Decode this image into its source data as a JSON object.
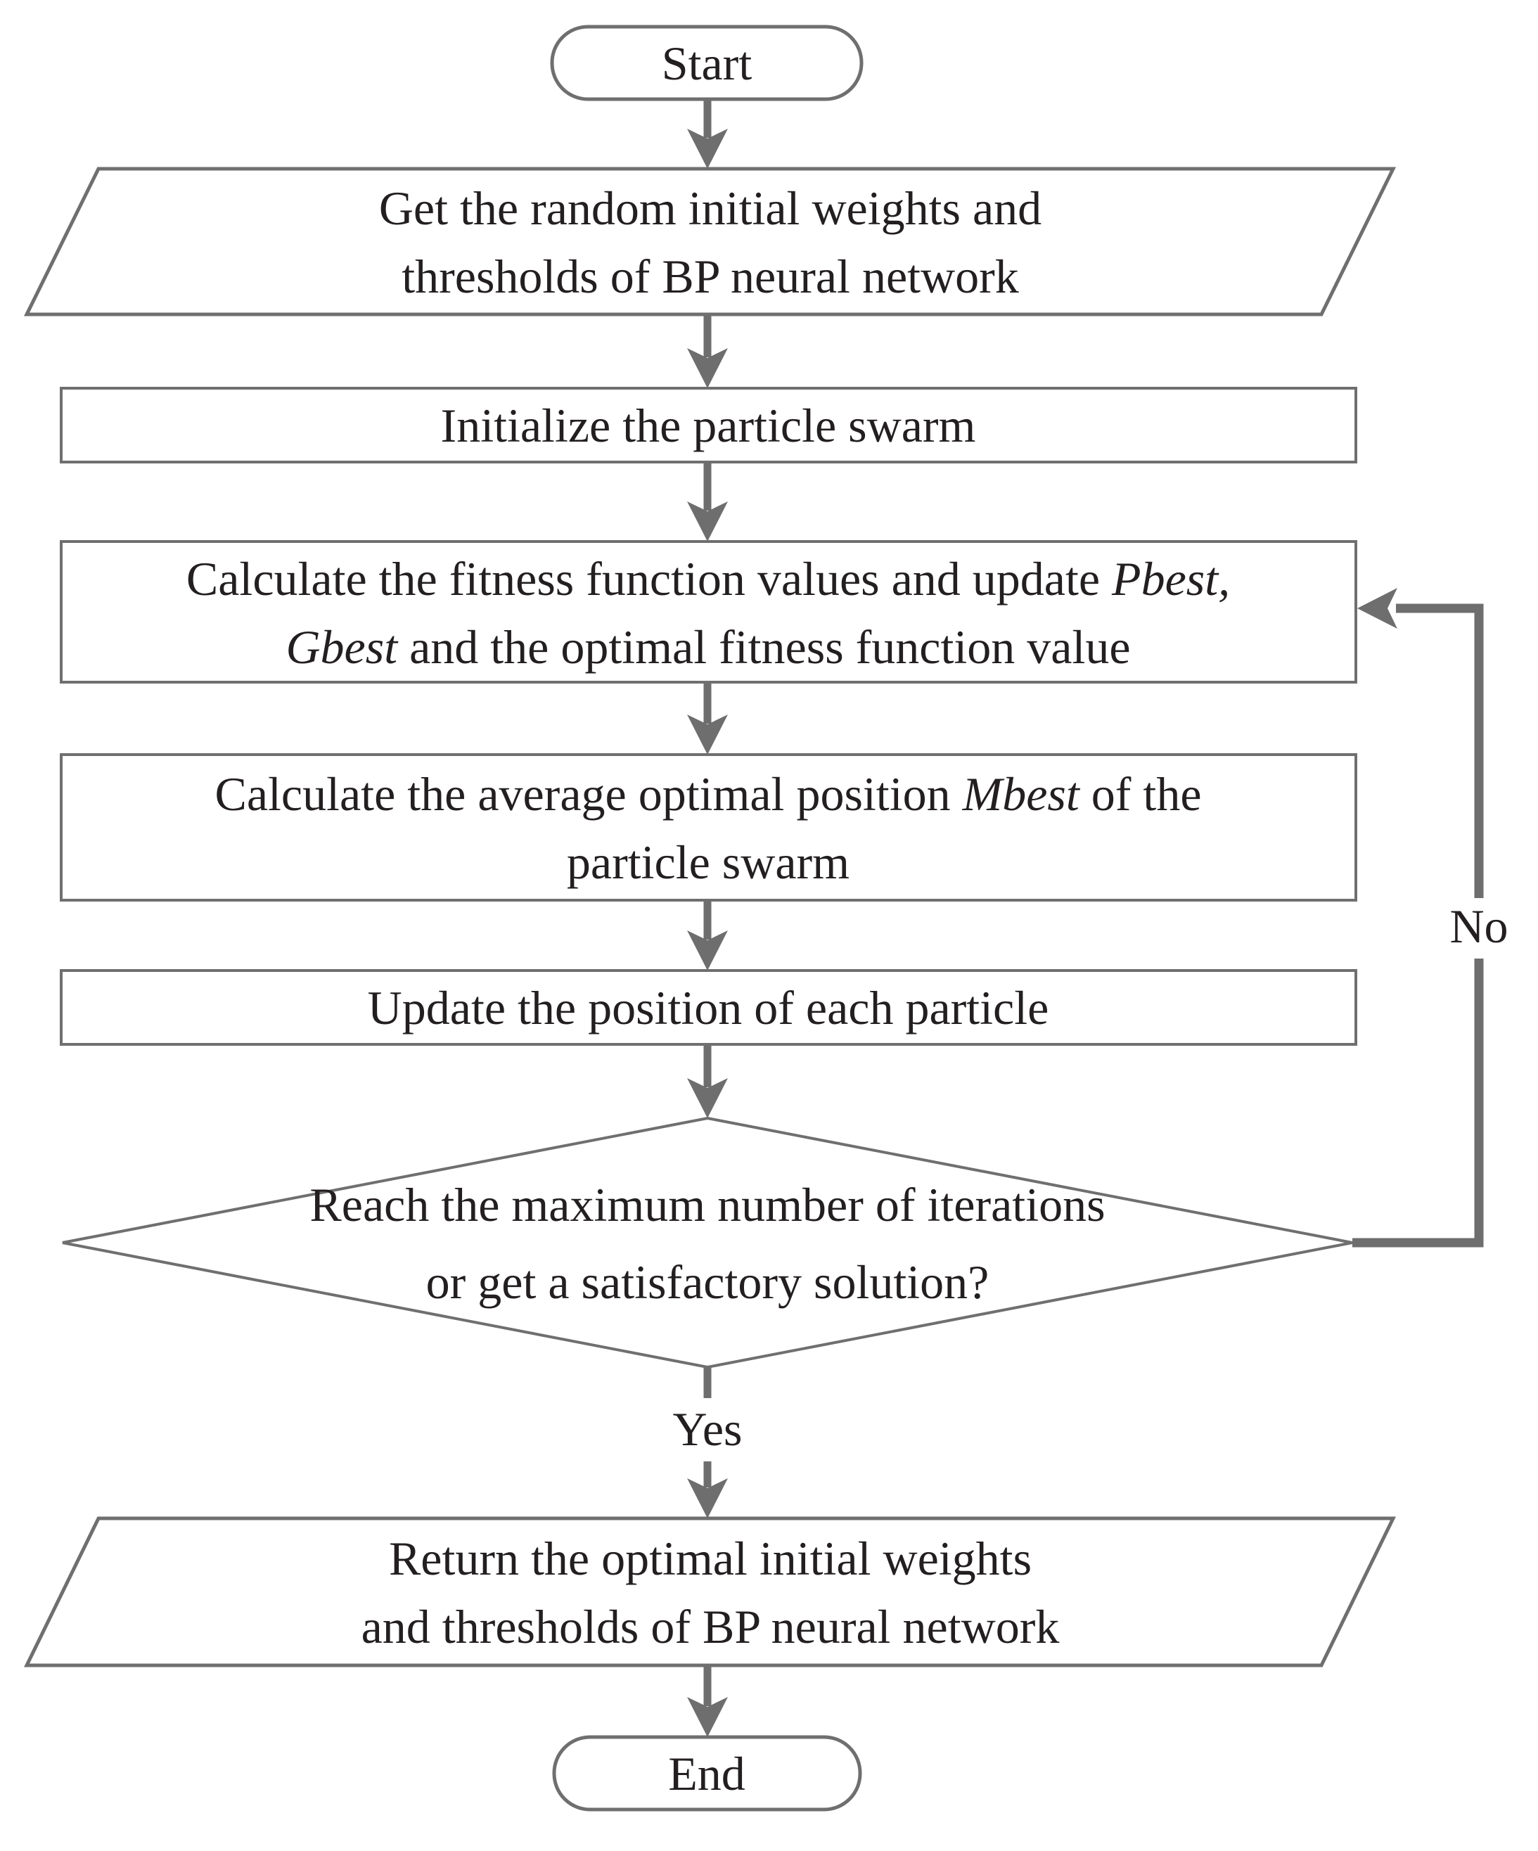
{
  "colors": {
    "background": "#ffffff",
    "shape_border": "#6f6f6f",
    "arrow": "#6e6e6e",
    "text": "#231f20"
  },
  "nodes": {
    "start": {
      "label": "Start"
    },
    "get_weights": {
      "line1": "Get the random initial weights and",
      "line2": "thresholds of BP neural network"
    },
    "init_swarm": {
      "label": "Initialize the particle swarm"
    },
    "calc_fitness": {
      "line1_text": "Calculate the fitness function values and update ",
      "line1_italic": "Pbest,",
      "line2_italic": "Gbest",
      "line2_text": " and the optimal fitness function value"
    },
    "calc_mbest": {
      "line1_text": "Calculate the average optimal position ",
      "line1_italic": "Mbest",
      "line1_tail": " of the",
      "line2": "particle swarm"
    },
    "update_position": {
      "label": "Update the position of each particle"
    },
    "decision": {
      "line1": "Reach the maximum number of iterations",
      "line2": "or get a satisfactory solution?"
    },
    "return_weights": {
      "line1": "Return the optimal initial weights",
      "line2": "and thresholds of BP neural network"
    },
    "end": {
      "label": "End"
    }
  },
  "edges": {
    "yes_label": "Yes",
    "no_label": "No"
  }
}
